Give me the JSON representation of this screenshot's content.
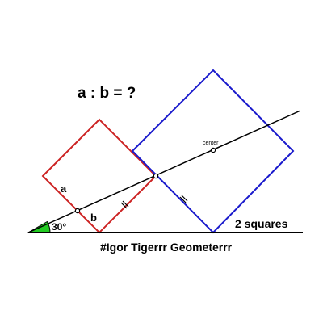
{
  "question": "a : b = ?",
  "labels": {
    "a": "a",
    "b": "b",
    "angle": "30°",
    "center": "center",
    "caption": "2 squares"
  },
  "credit": "#Igor Tigerrr Geometerrr",
  "colors": {
    "red_square": "#cc2222",
    "blue_square": "#1a1acc",
    "angle_fill": "#22cc22",
    "lines": "#000000"
  }
}
